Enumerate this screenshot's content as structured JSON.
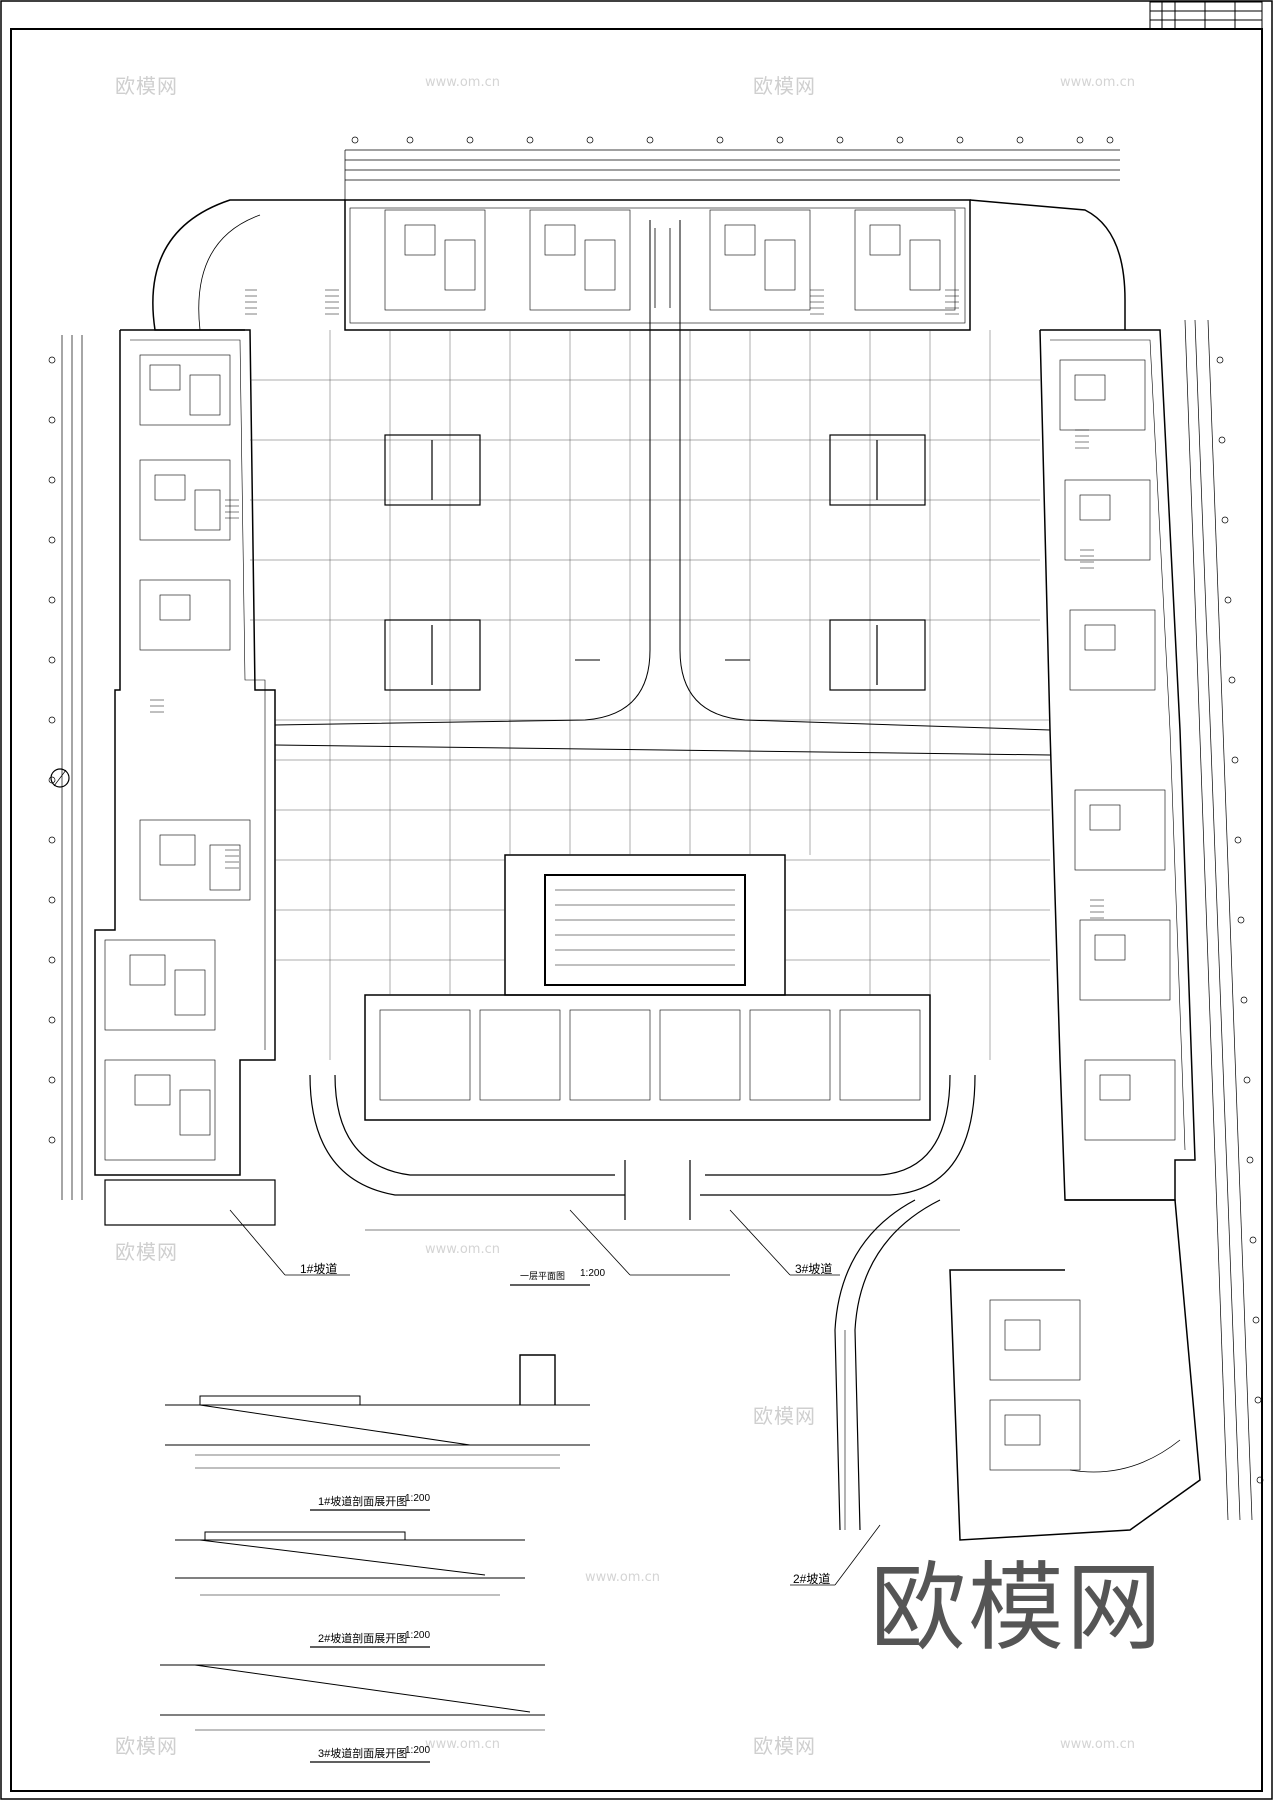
{
  "plan_title": "一层平面图",
  "plan_scale": "1:200",
  "ramp_labels": [
    "1#坡道",
    "3#坡道",
    "2#坡道"
  ],
  "sections": [
    {
      "title": "1#坡道剖面展开图",
      "scale": "1:200"
    },
    {
      "title": "2#坡道剖面展开图",
      "scale": "1:200"
    },
    {
      "title": "3#坡道剖面展开图",
      "scale": "1:200"
    }
  ],
  "watermark": {
    "brand": "欧模网",
    "url": "www.om.cn",
    "url_partial": "www.om.cn"
  },
  "colors": {
    "line": "#000000",
    "watermark": "#cfcfcf",
    "brand": "#555555"
  }
}
